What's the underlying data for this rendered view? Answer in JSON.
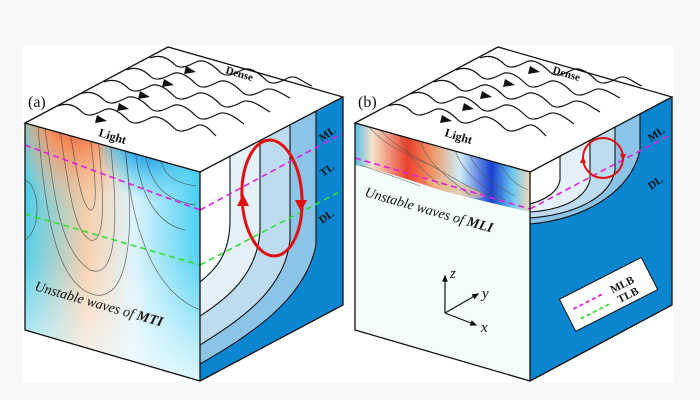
{
  "figure": {
    "panels": [
      {
        "id": "a",
        "panel_label": "(a)",
        "top_labels": {
          "light": "Light",
          "dense": "Dense"
        },
        "layer_labels": [
          "ML",
          "TL",
          "DL"
        ],
        "caption_prefix": "Unstable waves of ",
        "caption_emph": "MTI"
      },
      {
        "id": "b",
        "panel_label": "(b)",
        "top_labels": {
          "light": "Light",
          "dense": "Dense"
        },
        "layer_labels": [
          "ML",
          "DL"
        ],
        "caption_prefix": "Unstable waves of ",
        "caption_emph": "MLI"
      }
    ],
    "axes": {
      "z": "z",
      "y": "y",
      "x": "x"
    },
    "legend": [
      {
        "label": "MLB",
        "color": "#e020e0"
      },
      {
        "label": "TLB",
        "color": "#30e030"
      }
    ],
    "colors": {
      "deep_blue": "#0a86d0",
      "red_circulation": "#e01010",
      "mlb": "#e020e0",
      "tlb": "#30e030"
    }
  }
}
